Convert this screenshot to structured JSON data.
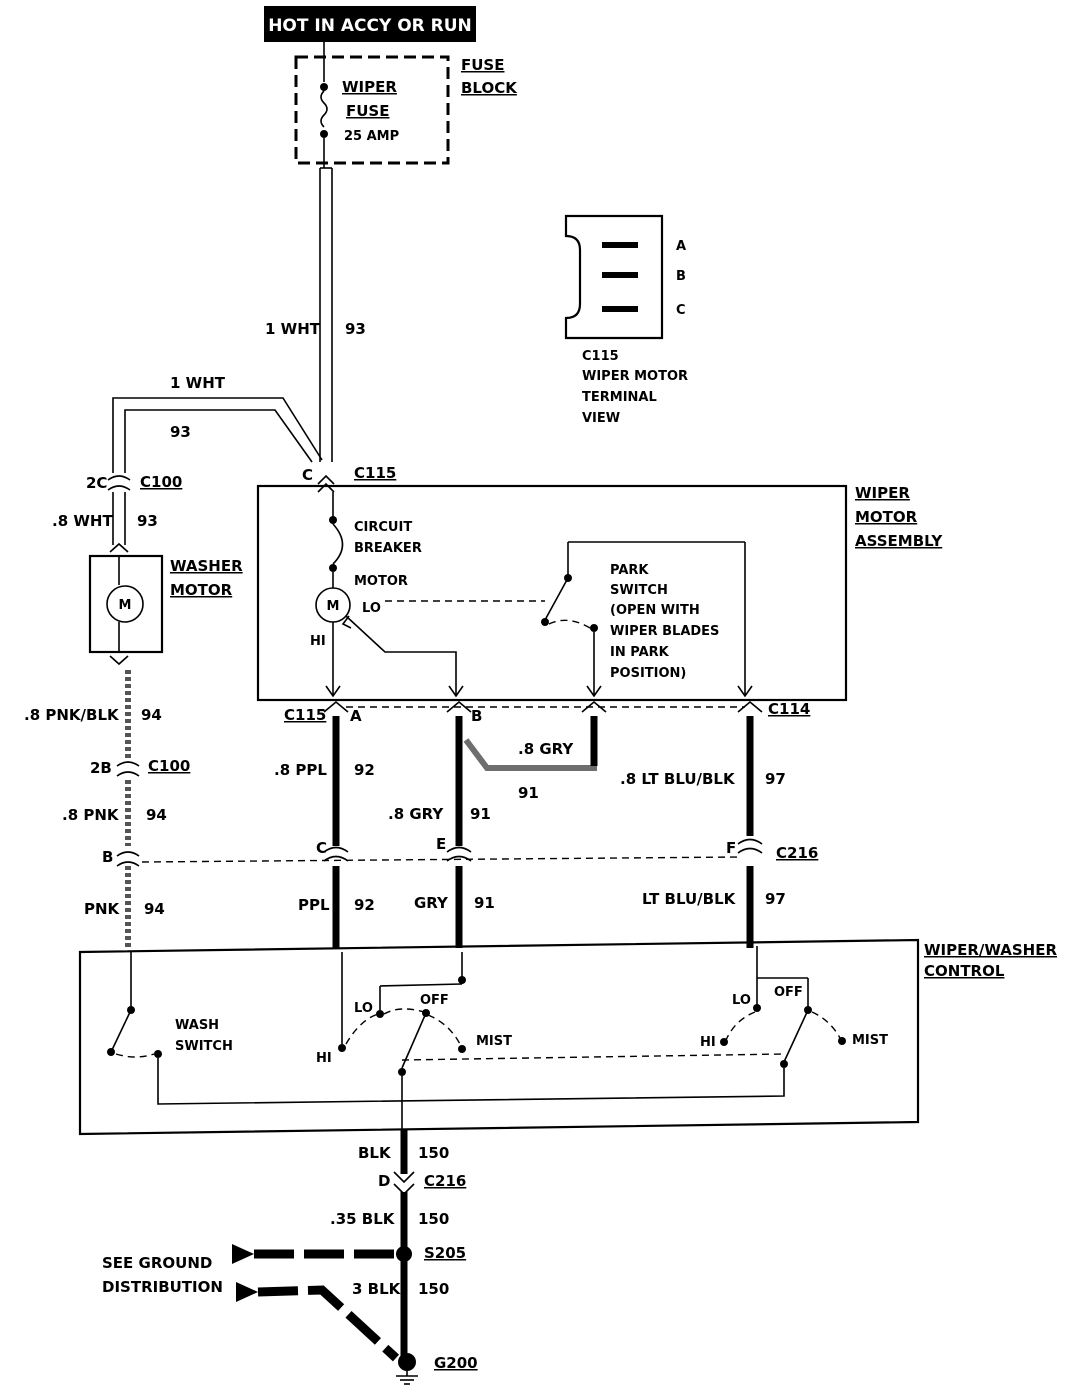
{
  "header": {
    "title": "HOT IN ACCY OR RUN"
  },
  "fuse_block": {
    "label_line1": "FUSE",
    "label_line2": "BLOCK",
    "fuse_label_line1": "WIPER",
    "fuse_label_line2": "FUSE",
    "fuse_rating": "25 AMP"
  },
  "terminal_view": {
    "pin_a": "A",
    "pin_b": "B",
    "pin_c": "C",
    "caption_line1": "C115",
    "caption_line2": "WIPER MOTOR",
    "caption_line3": "TERMINAL",
    "caption_line4": "VIEW"
  },
  "wires": {
    "feed_main_size": "1 WHT",
    "feed_main_circuit": "93",
    "feed_branch_size": "1 WHT",
    "feed_branch_circuit": "93",
    "washer_feed_size": ".8 WHT",
    "washer_feed_circuit": "93",
    "washer_out_size": ".8 PNK/BLK",
    "washer_out_circuit": "94",
    "pnk_size": ".8 PNK",
    "pnk_circuit": "94",
    "pnk_lower": "PNK",
    "pnk_lower_circuit": "94",
    "ppl_size": ".8 PPL",
    "ppl_circuit": "92",
    "ppl_lower": "PPL",
    "ppl_lower_circuit": "92",
    "gry_size": ".8 GRY",
    "gry_circuit": "91",
    "gry_lower": "GRY",
    "gry_lower_circuit": "91",
    "gry_jump_size": ".8 GRY",
    "gry_jump_circuit": "91",
    "ltblu_size": ".8 LT BLU/BLK",
    "ltblu_circuit": "97",
    "ltblu_lower": "LT BLU/BLK",
    "ltblu_lower_circuit": "97",
    "blk_size": "BLK",
    "blk_circuit": "150",
    "blk35_size": ".35 BLK",
    "blk35_circuit": "150",
    "blk3_size": "3 BLK",
    "blk3_circuit": "150"
  },
  "connectors": {
    "c115_pin_c": "C",
    "c115_top": "C115",
    "c100_pin_2c": "2C",
    "c100_top": "C100",
    "c100_pin_2b": "2B",
    "c100_mid": "C100",
    "c115_bottom": "C115",
    "c115_pin_a": "A",
    "c115_pin_b": "B",
    "c114": "C114",
    "c216_pin_b": "B",
    "c216_pin_c": "C",
    "c216_pin_e": "E",
    "c216_pin_f": "F",
    "c216_label": "C216",
    "c216_pin_d": "D",
    "c216_lower": "C216",
    "s205": "S205",
    "g200": "G200"
  },
  "washer_motor": {
    "label_line1": "WASHER",
    "label_line2": "MOTOR",
    "symbol": "M"
  },
  "wiper_motor_assembly": {
    "label_line1": "WIPER",
    "label_line2": "MOTOR",
    "label_line3": "ASSEMBLY",
    "breaker_line1": "CIRCUIT",
    "breaker_line2": "BREAKER",
    "motor_label": "MOTOR",
    "motor_symbol": "M",
    "lo_label": "LO",
    "hi_label": "HI",
    "park_line1": "PARK",
    "park_line2": "SWITCH",
    "park_line3": "(OPEN WITH",
    "park_line4": "WIPER BLADES",
    "park_line5": "IN PARK",
    "park_line6": "POSITION)"
  },
  "control": {
    "label_line1": "WIPER/WASHER",
    "label_line2": "CONTROL",
    "wash_line1": "WASH",
    "wash_line2": "SWITCH",
    "left_lo": "LO",
    "left_off": "OFF",
    "left_hi": "HI",
    "left_mist": "MIST",
    "right_lo": "LO",
    "right_off": "OFF",
    "right_hi": "HI",
    "right_mist": "MIST"
  },
  "ground": {
    "see_line1": "SEE GROUND",
    "see_line2": "DISTRIBUTION"
  }
}
